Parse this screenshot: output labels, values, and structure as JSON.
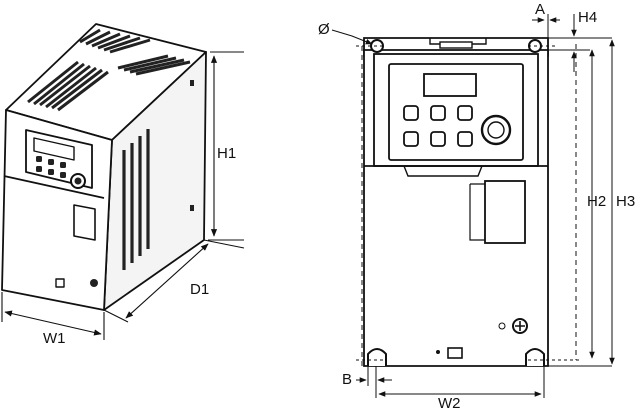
{
  "colors": {
    "line": "#111111",
    "body_fill": "#ffffff",
    "shade": "#d9d9d9",
    "vent": "#222222"
  },
  "labels": {
    "h1": "H1",
    "d1": "D1",
    "w1": "W1",
    "diameter": "Ø",
    "a": "A",
    "h4": "H4",
    "h2": "H2",
    "h3": "H3",
    "b": "B",
    "w2": "W2"
  },
  "icons": {
    "rotary_knob": "knob-icon",
    "mounting_hole": "mounting-hole-icon"
  }
}
